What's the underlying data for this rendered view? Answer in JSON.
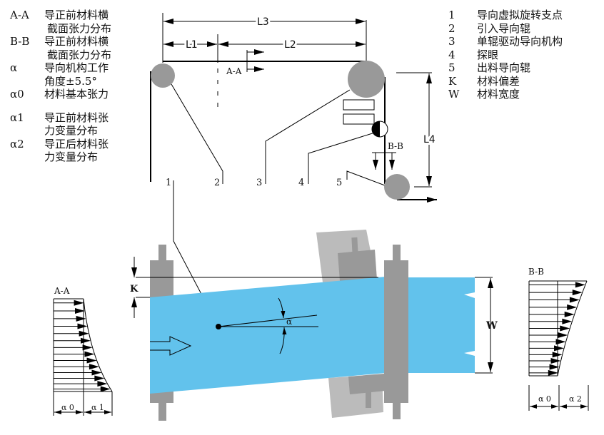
{
  "left_legend": [
    {
      "key": "A-A",
      "lines": [
        "导正前材料横",
        "截面张力分布"
      ]
    },
    {
      "key": "B-B",
      "lines": [
        "导正前材料横",
        "截面张力分布"
      ]
    },
    {
      "key": "α",
      "lines": [
        "导向机构工作",
        "角度±5.5°"
      ]
    },
    {
      "key": "α0",
      "lines": [
        "材料基本张力"
      ]
    },
    {
      "key": "α1",
      "lines": [
        "导正前材料张",
        "力变量分布"
      ]
    },
    {
      "key": "α2",
      "lines": [
        "导正后材料张",
        "力变量分布"
      ]
    }
  ],
  "right_legend": [
    {
      "key": "1",
      "text": "导向虚拟旋转支点"
    },
    {
      "key": "2",
      "text": "引入导向辊"
    },
    {
      "key": "3",
      "text": "单辊驱动导向机构"
    },
    {
      "key": "4",
      "text": "探眼"
    },
    {
      "key": "5",
      "text": "出料导向辊"
    },
    {
      "key": "K",
      "text": "材料偏差"
    },
    {
      "key": "W",
      "text": "材料宽度"
    }
  ],
  "top_view": {
    "dims": {
      "l1": "L1",
      "l2": "L2",
      "l3": "L3",
      "l4": "L4"
    },
    "sections": {
      "aa": "A-A",
      "bb": "B-B"
    },
    "callouts": [
      "1",
      "2",
      "3",
      "4",
      "5"
    ]
  },
  "plan_view": {
    "k": "K",
    "w": "W",
    "alpha": "α"
  },
  "profile_aa": {
    "title": "A-A",
    "a0": "α 0",
    "a1": "α 1"
  },
  "profile_bb": {
    "title": "B-B",
    "a0": "α 0",
    "a2": "α 2"
  },
  "colors": {
    "web": "#62c2ec",
    "roller": "#999999",
    "mechanism": "#bbbbbb"
  }
}
